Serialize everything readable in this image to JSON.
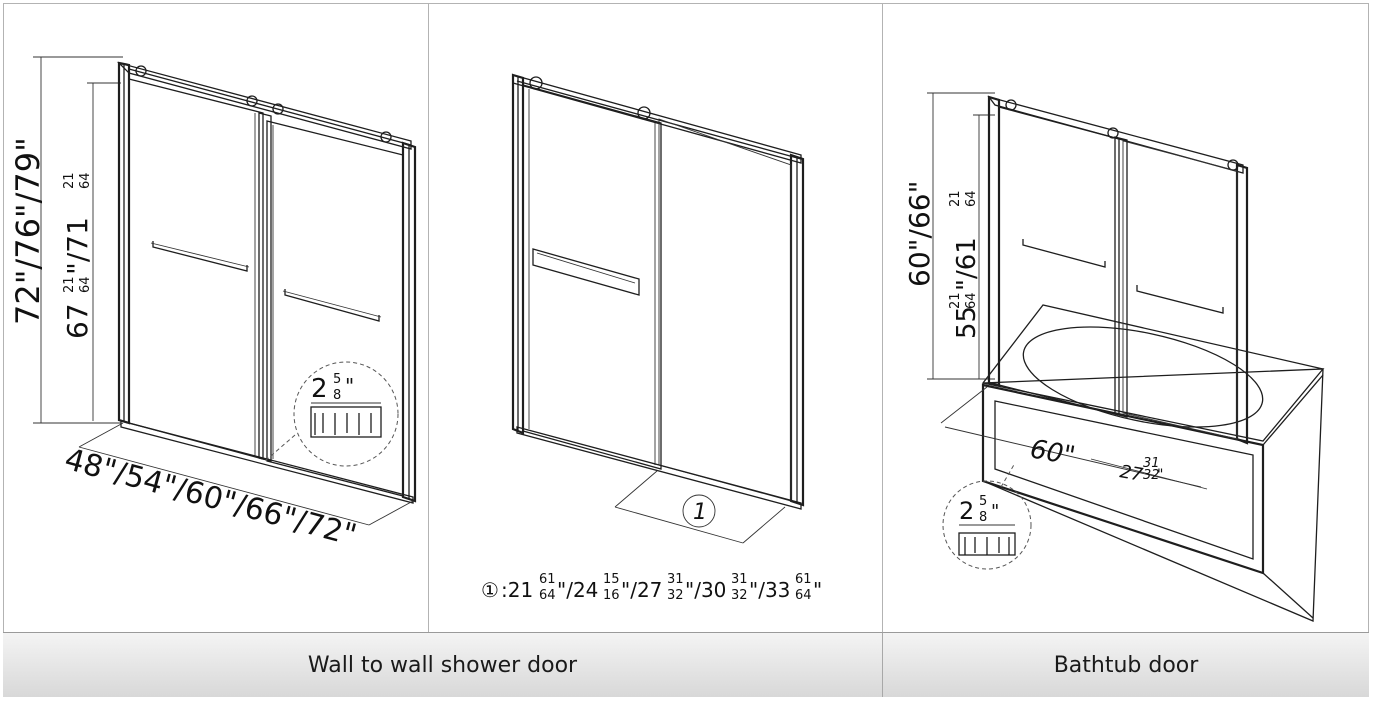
{
  "panels": {
    "wall": {
      "height_dims": "72\"/76\"/79\"",
      "glass_height_whole": "67",
      "glass_height_sep": "\"/71",
      "frac_num": "21",
      "frac_den": "64",
      "width_dims": "48\"/54\"/60\"/66\"/72\"",
      "detail_whole": "2",
      "detail_num": "5",
      "detail_den": "8"
    },
    "door": {
      "callout_label": "1",
      "callout_symbol": "①",
      "opening_values": [
        {
          "whole": ":21",
          "num": "61",
          "den": "64"
        },
        {
          "whole": "\"/24",
          "num": "15",
          "den": "16"
        },
        {
          "whole": "\"/27",
          "num": "31",
          "den": "32"
        },
        {
          "whole": "\"/30",
          "num": "31",
          "den": "32"
        },
        {
          "whole": "\"/33",
          "num": "61",
          "den": "64"
        }
      ],
      "inch_mark": "\""
    },
    "tub": {
      "height_dims": "60\"/66\"",
      "glass_height_whole": "55",
      "glass_height_sep": "\"/61",
      "frac_num": "21",
      "frac_den": "64",
      "width_dim": "60\"",
      "opening_whole": "27",
      "opening_num": "31",
      "opening_den": "32",
      "detail_whole": "2",
      "detail_num": "5",
      "detail_den": "8"
    }
  },
  "labels": {
    "wall_to_wall": "Wall to wall shower door",
    "bathtub": "Bathtub door"
  }
}
